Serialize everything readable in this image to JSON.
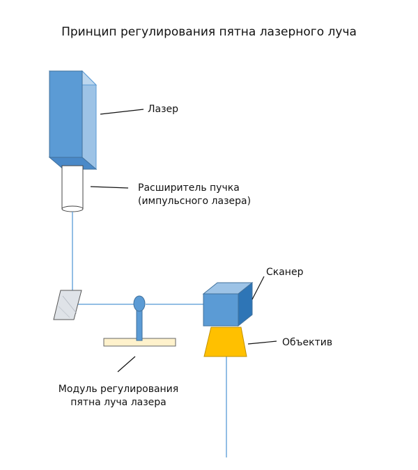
{
  "title": "Принцип регулирования пятна лазерного луча",
  "labels": {
    "laser": "Лазер",
    "expander_line1": "Расширитель пучка",
    "expander_line2": "(импульсного лазера)",
    "scanner": "Сканер",
    "objective": "Объектив",
    "module_line1": "Модуль регулирования",
    "module_line2": "пятна луча лазера"
  },
  "colors": {
    "laser_front": "#5b9bd5",
    "laser_side": "#9dc3e6",
    "laser_top": "#2e75b6",
    "beam": "#6fa8dc",
    "objective": "#ffc000",
    "module_base": "#fff2cc"
  }
}
